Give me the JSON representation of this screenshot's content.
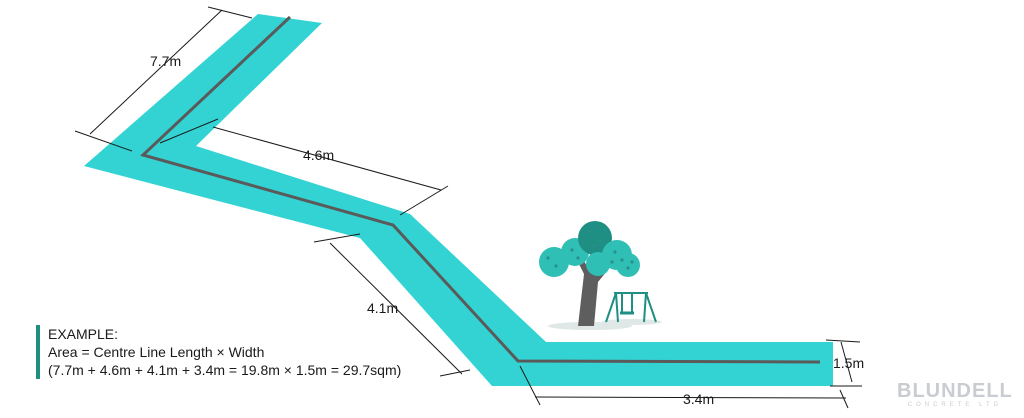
{
  "dimensions": {
    "seg1": "7.7m",
    "seg2": "4.6m",
    "seg3": "4.1m",
    "seg4": "3.4m",
    "width": "1.5m"
  },
  "example": {
    "heading": "EXAMPLE:",
    "formula": "Area = Centre Line Length × Width",
    "calculation": "(7.7m + 4.6m + 4.1m + 3.4m = 19.8m × 1.5m = 29.7sqm)"
  },
  "logo": {
    "brand": "BLUNDELL",
    "sub": "CONCRETE LTD"
  },
  "colors": {
    "path": "#33d3d3",
    "centre_line": "#5a5a5a",
    "tree": "#2fbfb5",
    "tree_dark": "#1f8f84",
    "trunk": "#5e5e5e",
    "accent": "#1f8f84"
  }
}
